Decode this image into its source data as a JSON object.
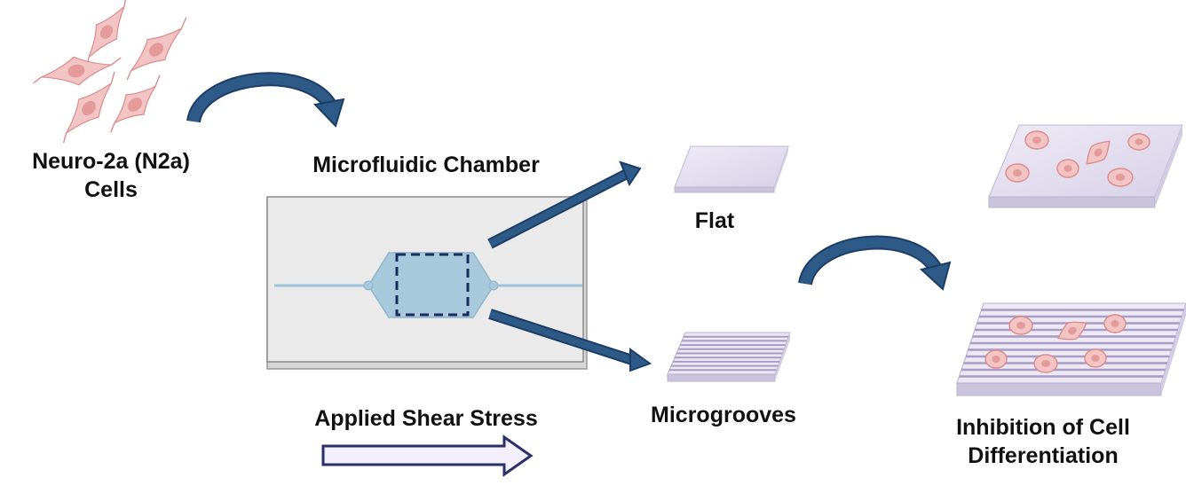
{
  "labels": {
    "n2a_line1": "Neuro-2a (N2a)",
    "n2a_line2": "Cells",
    "chamber": "Microfluidic Chamber",
    "flat": "Flat",
    "microgrooves": "Microgrooves",
    "shear": "Applied Shear Stress",
    "result_line1": "Inhibition of Cell",
    "result_line2": "Differentiation"
  },
  "colors": {
    "background": "#ffffff",
    "cell_fill": "#f2c4c4",
    "cell_nucleus": "#e59a9a",
    "cell_stroke": "#dc8a8a",
    "arrow_blue": "#2e5a88",
    "arrow_outline": "#1c3d66",
    "chamber_fill": "#e8e8e8",
    "chamber_stroke": "#8a8a8a",
    "channel_fill": "#a8c8dc",
    "dashed_box": "#1b2a5e",
    "substrate_top": "#e6e2f0",
    "substrate_side": "#c9c3dc",
    "groove_line": "#a79cc4",
    "shear_arrow_fill": "#f3f0fb",
    "shear_arrow_stroke": "#2a2f6b"
  },
  "icons": {
    "curved_arrows": "curved-arrow-icon",
    "straight_arrows": "right-arrow-icon"
  }
}
